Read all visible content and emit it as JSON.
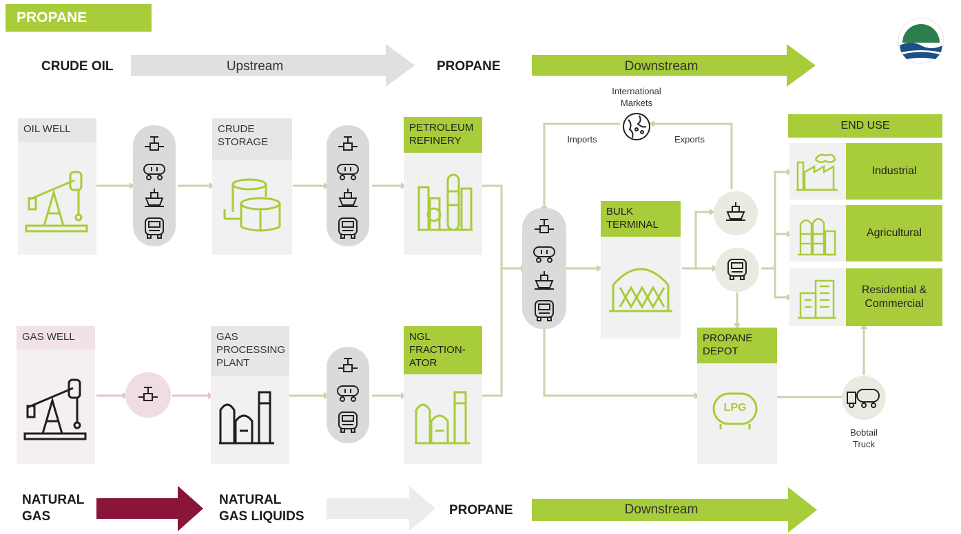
{
  "title": "PROPANE",
  "top_row": {
    "left_label": "CRUDE OIL",
    "arrow1_text": "Upstream",
    "mid_label": "PROPANE",
    "arrow2_text": "Downstream"
  },
  "bottom_row": {
    "left_label_line1": "NATURAL",
    "left_label_line2": "GAS",
    "mid1_line1": "NATURAL",
    "mid1_line2": "GAS LIQUIDS",
    "mid2_label": "PROPANE",
    "arrow_text": "Downstream"
  },
  "nodes": {
    "oil_well": "OIL WELL",
    "crude_storage_l1": "CRUDE",
    "crude_storage_l2": "STORAGE",
    "refinery_l1": "PETROLEUM",
    "refinery_l2": "REFINERY",
    "gas_well": "GAS WELL",
    "gas_plant_l1": "GAS",
    "gas_plant_l2": "PROCESSING",
    "gas_plant_l3": "PLANT",
    "ngl_l1": "NGL",
    "ngl_l2": "FRACTION-",
    "ngl_l3": "ATOR",
    "bulk_l1": "BULK",
    "bulk_l2": "TERMINAL",
    "depot_l1": "PROPANE",
    "depot_l2": "DEPOT",
    "lpg": "LPG"
  },
  "intl": {
    "line1": "International",
    "line2": "Markets",
    "imports": "Imports",
    "exports": "Exports"
  },
  "end_use": {
    "header": "END USE",
    "items": [
      "Industrial",
      "Agricultural",
      "Residential &",
      "Commercial"
    ]
  },
  "bobtail": {
    "line1": "Bobtail",
    "line2": "Truck"
  },
  "colors": {
    "green": "#a8cc3a",
    "grey_arrow": "#e0e0e0",
    "maroon": "#8a1538",
    "line": "#bfcf9a",
    "pink_line": "#d9b8c0"
  }
}
